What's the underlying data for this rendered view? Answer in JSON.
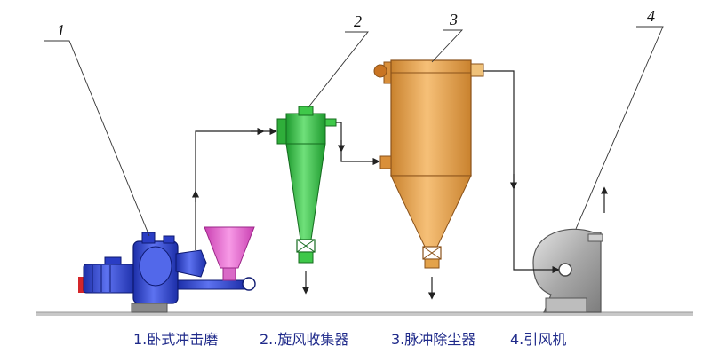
{
  "equipment": [
    {
      "number": "1",
      "caption": "1.卧式冲击磨"
    },
    {
      "number": "2",
      "caption": "2..旋风收集器"
    },
    {
      "number": "3",
      "caption": "3.脉冲除尘器"
    },
    {
      "number": "4",
      "caption": "4.引风机"
    }
  ],
  "colors": {
    "mill_body": "#3b4fd6",
    "hopper": "#e86fd3",
    "cyclone": "#3fc84a",
    "filter_body": "#e3a24a",
    "fan": "#b9b9b9",
    "ground": "#c8c8c8",
    "caption_text": "#1f2a8a"
  },
  "icons": [
    "flow-arrow-icon",
    "valve-icon",
    "motor-icon"
  ]
}
